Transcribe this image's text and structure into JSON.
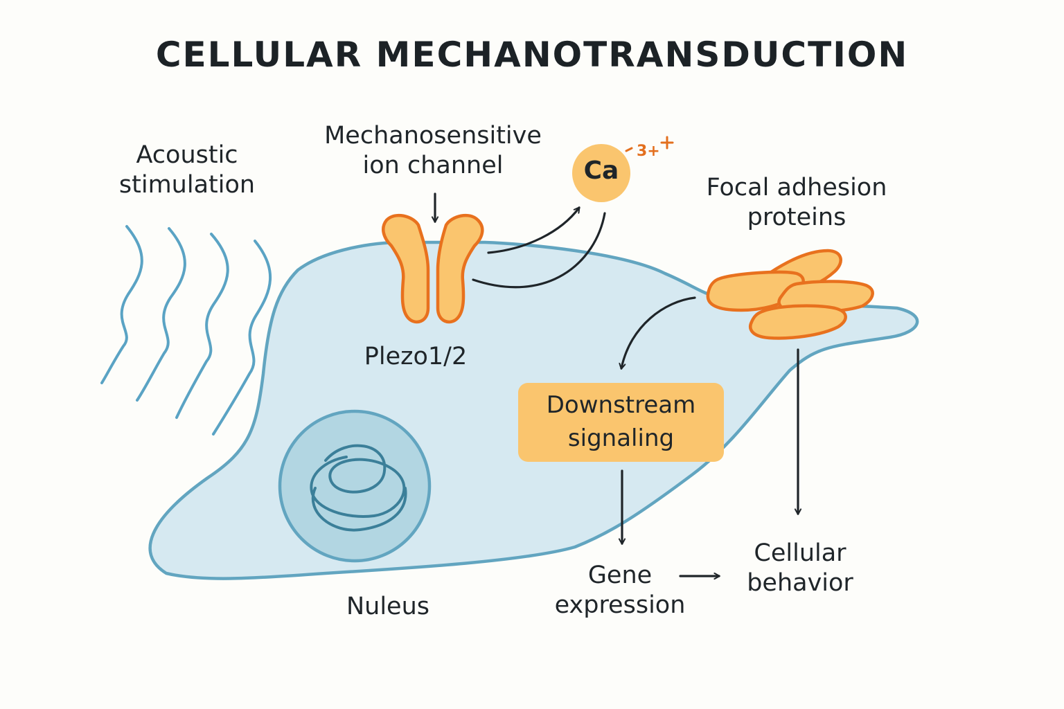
{
  "title": "CELLULAR MECHANOTRANSDUCTION",
  "labels": {
    "acoustic": "Acoustic\nstimulation",
    "channel": "Mechanosensitive\nion channel",
    "ca": "Ca",
    "charge": "3+",
    "focal": "Focal adhesion\nproteins",
    "piezo": "Plezo1/2",
    "downstream": "Downstream\nsignaling",
    "nucleus": "Nuleus",
    "gene": "Gene\nexpression",
    "behavior": "Cellular\nbehavior"
  },
  "colors": {
    "cell_fill": "#d6e9f1",
    "cell_stroke": "#62a5c0",
    "orange_fill": "#fac56e",
    "orange_stroke": "#e8711e",
    "nucleus_fill": "#b2d6e2",
    "arrow": "#1f2529"
  }
}
